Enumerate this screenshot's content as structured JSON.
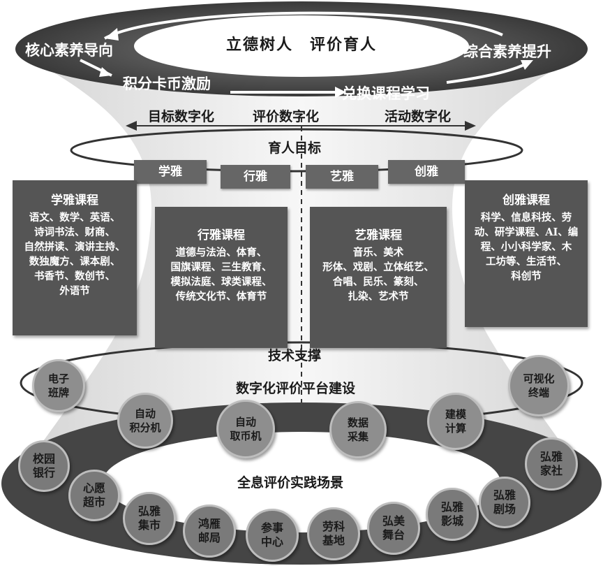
{
  "top_ring": {
    "center": "立德树人　评价育人",
    "left_goal": "核心素养导向",
    "right_goal": "综合素养提升",
    "incentive": "积分卡币激励",
    "exchange": "兑换课程学习"
  },
  "digitization": {
    "goal": "目标数字化",
    "evaluation": "评价数字化",
    "activity": "活动数字化"
  },
  "ring2": {
    "title": "育人目标",
    "tags": [
      "学雅",
      "行雅",
      "艺雅",
      "创雅"
    ]
  },
  "courses": {
    "xueya": {
      "title": "学雅课程",
      "lines": [
        "语文、数学、英语、",
        "诗词书法、财商、",
        "自然拼读、演讲主持、",
        "数独魔方、课本剧、",
        "书香节、数创节、",
        "外语节"
      ]
    },
    "xingya": {
      "title": "行雅课程",
      "lines": [
        "道德与法治、体育、",
        "国旗课程、三生教育、",
        "模拟法庭、球类课程、",
        "传统文化节、体育节"
      ]
    },
    "yiya": {
      "title": "艺雅课程",
      "lines": [
        "音乐、美术",
        "形体、戏剧、立体纸艺、",
        "合唱、民乐、篆刻、",
        "扎染、艺术节"
      ]
    },
    "chuangya": {
      "title": "创雅课程",
      "lines": [
        "科学、信息科技、劳",
        "动、研学课程、AI、编",
        "程、小小科学家、木",
        "工坊等、生活节、",
        "科创节"
      ]
    }
  },
  "tech": {
    "title": "技术支撑",
    "subtitle": "数字化评价平台建设",
    "nodes": [
      [
        "电子",
        "班牌"
      ],
      [
        "自动",
        "积分机"
      ],
      [
        "自动",
        "取币机"
      ],
      [
        "数据",
        "采集"
      ],
      [
        "建模",
        "计算"
      ],
      [
        "可视化",
        "终端"
      ]
    ]
  },
  "scenes": {
    "title": "全息评价实践场景",
    "nodes": [
      [
        "校园",
        "银行"
      ],
      [
        "心愿",
        "超市"
      ],
      [
        "弘雅",
        "集市"
      ],
      [
        "鸿雁",
        "邮局"
      ],
      [
        "参事",
        "中心"
      ],
      [
        "劳科",
        "基地"
      ],
      [
        "弘美",
        "舞台"
      ],
      [
        "弘雅",
        "影城"
      ],
      [
        "弘雅",
        "剧场"
      ],
      [
        "弘雅",
        "家社"
      ]
    ]
  },
  "colors": {
    "dark": "#454545",
    "box": "#555555",
    "circle": "#8e8e8e",
    "funnel": "#e8e8e8"
  }
}
